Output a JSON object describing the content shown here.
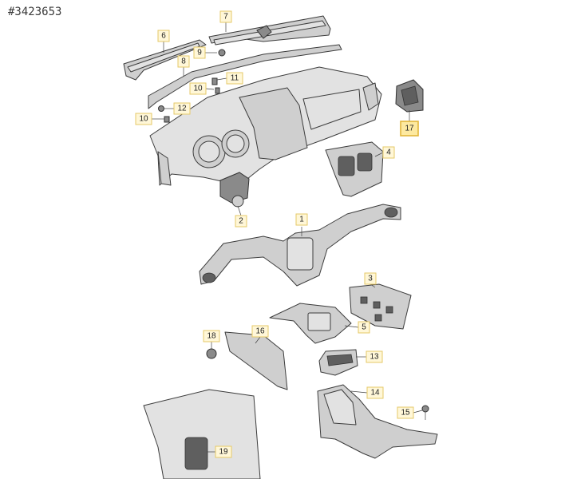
{
  "reference": "#3423653",
  "colors": {
    "part_fill": "#cfcfcf",
    "callout_fill": "#fff7d8",
    "callout_border": "#e6c969",
    "callout_highlight": "#fde9a0"
  },
  "callouts": [
    "1",
    "2",
    "3",
    "4",
    "5",
    "6",
    "7",
    "8",
    "9",
    "10",
    "10",
    "11",
    "12",
    "13",
    "14",
    "15",
    "16",
    "17",
    "18",
    "19"
  ]
}
